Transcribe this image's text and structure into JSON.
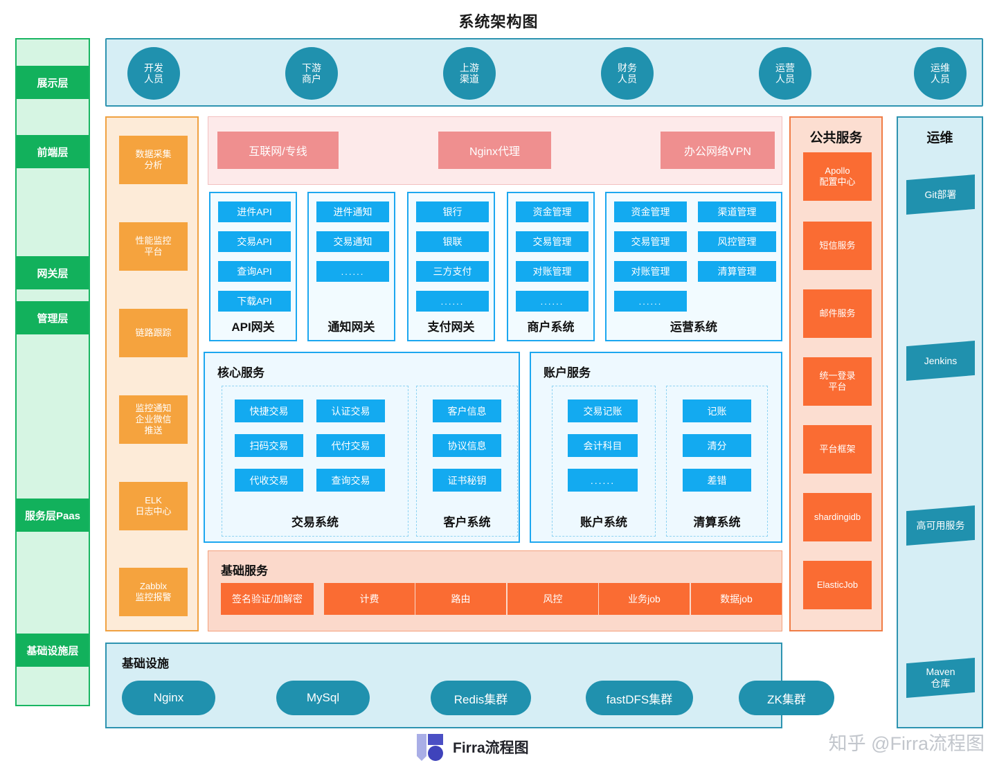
{
  "title": "系统架构图",
  "colors": {
    "green": "#12b15c",
    "green_light": "#d6f5e3",
    "teal": "#2091ae",
    "teal_light": "#d6eef5",
    "orange": "#f5a33e",
    "orange_light": "#fdebd8",
    "orange_strong": "#fa6c33",
    "pink": "#ef8f8f",
    "pink_light": "#fdeaea",
    "blue": "#13aaf0",
    "blue_light": "#f2fbff"
  },
  "layer_rail": {
    "bands": [
      {
        "label": "展示层"
      },
      {
        "label": "前端层"
      },
      {
        "label": "网关层"
      },
      {
        "label": "管理层"
      },
      {
        "label": "服务层Paas"
      },
      {
        "label": "基础设施层"
      }
    ]
  },
  "actors": [
    {
      "line1": "开发",
      "line2": "人员"
    },
    {
      "line1": "下游",
      "line2": "商户"
    },
    {
      "line1": "上游",
      "line2": "渠道"
    },
    {
      "line1": "财务",
      "line2": "人员"
    },
    {
      "line1": "运营",
      "line2": "人员"
    },
    {
      "line1": "运维",
      "line2": "人员"
    }
  ],
  "monitor_column": {
    "items": [
      {
        "line1": "数据采集",
        "line2": "分析"
      },
      {
        "line1": "性能监控",
        "line2": "平台"
      },
      {
        "line1": "链路跟踪",
        "line2": ""
      },
      {
        "line1": "监控通知",
        "line2": "企业微信",
        "line3": "推送"
      },
      {
        "line1": "ELK",
        "line2": "日志中心"
      },
      {
        "line1": "Zabblx",
        "line2": "监控报警"
      }
    ]
  },
  "network_band": {
    "items": [
      "互联网/专线",
      "Nginx代理",
      "办公网络VPN"
    ]
  },
  "gateways": [
    {
      "label": "API网关",
      "items": [
        "进件API",
        "交易API",
        "查询API",
        "下载API"
      ]
    },
    {
      "label": "通知网关",
      "items": [
        "进件通知",
        "交易通知",
        "......"
      ]
    },
    {
      "label": "支付网关",
      "items": [
        "银行",
        "银联",
        "三方支付",
        "......"
      ]
    },
    {
      "label": "商户系统",
      "items": [
        "资金管理",
        "交易管理",
        "对账管理",
        "......"
      ]
    },
    {
      "label": "运营系统",
      "col1": [
        "资金管理",
        "交易管理",
        "对账管理",
        "......"
      ],
      "col2": [
        "渠道管理",
        "风控管理",
        "清算管理"
      ]
    }
  ],
  "core_services": {
    "title": "核心服务",
    "subsystems": [
      {
        "label": "交易系统",
        "items": [
          "快捷交易",
          "认证交易",
          "扫码交易",
          "代付交易",
          "代收交易",
          "查询交易"
        ]
      },
      {
        "label": "客户系统",
        "items": [
          "客户信息",
          "协议信息",
          "证书秘钥"
        ]
      }
    ]
  },
  "account_services": {
    "title": "账户服务",
    "subsystems": [
      {
        "label": "账户系统",
        "items": [
          "交易记账",
          "会计科目",
          "......"
        ]
      },
      {
        "label": "清算系统",
        "items": [
          "记账",
          "清分",
          "差错"
        ]
      }
    ]
  },
  "basic_services": {
    "title": "基础服务",
    "items": [
      "签名验证/加解密",
      "计费",
      "路由",
      "风控",
      "业务job",
      "数据job"
    ]
  },
  "public_services": {
    "title": "公共服务",
    "items": [
      {
        "line1": "Apollo",
        "line2": "配置中心"
      },
      {
        "line1": "短信服务",
        "line2": ""
      },
      {
        "line1": "邮件服务",
        "line2": ""
      },
      {
        "line1": "统一登录",
        "line2": "平台"
      },
      {
        "line1": "平台框架",
        "line2": ""
      },
      {
        "line1": "shardingid",
        "line2": "b"
      },
      {
        "line1": "ElasticJob",
        "line2": ""
      }
    ]
  },
  "devops": {
    "title": "运维",
    "items": [
      {
        "line1": "Git部署",
        "line2": ""
      },
      {
        "line1": "Jenkins",
        "line2": ""
      },
      {
        "line1": "高可用服务",
        "line2": ""
      },
      {
        "line1": "Maven",
        "line2": "仓库"
      }
    ]
  },
  "infrastructure": {
    "title": "基础设施",
    "items": [
      "Nginx",
      "MySql",
      "Redis集群",
      "fastDFS集群",
      "ZK集群"
    ]
  },
  "footer": {
    "brand": "Firra流程图",
    "watermark": "知乎 @Firra流程图"
  }
}
